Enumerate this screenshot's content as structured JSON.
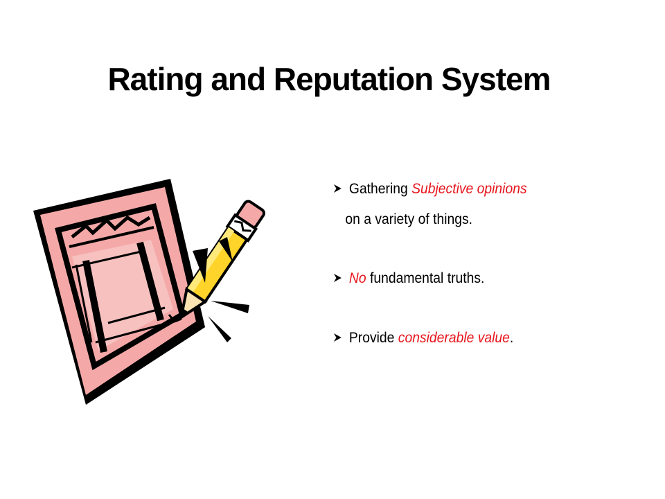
{
  "slide": {
    "title": "Rating and Reputation System",
    "clipart_icon": "notepad-pencil-icon",
    "highlight_color": "#e8141c",
    "bullets": [
      {
        "prefix": "Gathering ",
        "highlight": "Subjective opinions",
        "continuation": "on a variety of things."
      },
      {
        "prefix": "",
        "highlight": "No",
        "suffix": " fundamental truths."
      },
      {
        "prefix": "Provide ",
        "highlight": "considerable value",
        "suffix": "."
      }
    ]
  }
}
